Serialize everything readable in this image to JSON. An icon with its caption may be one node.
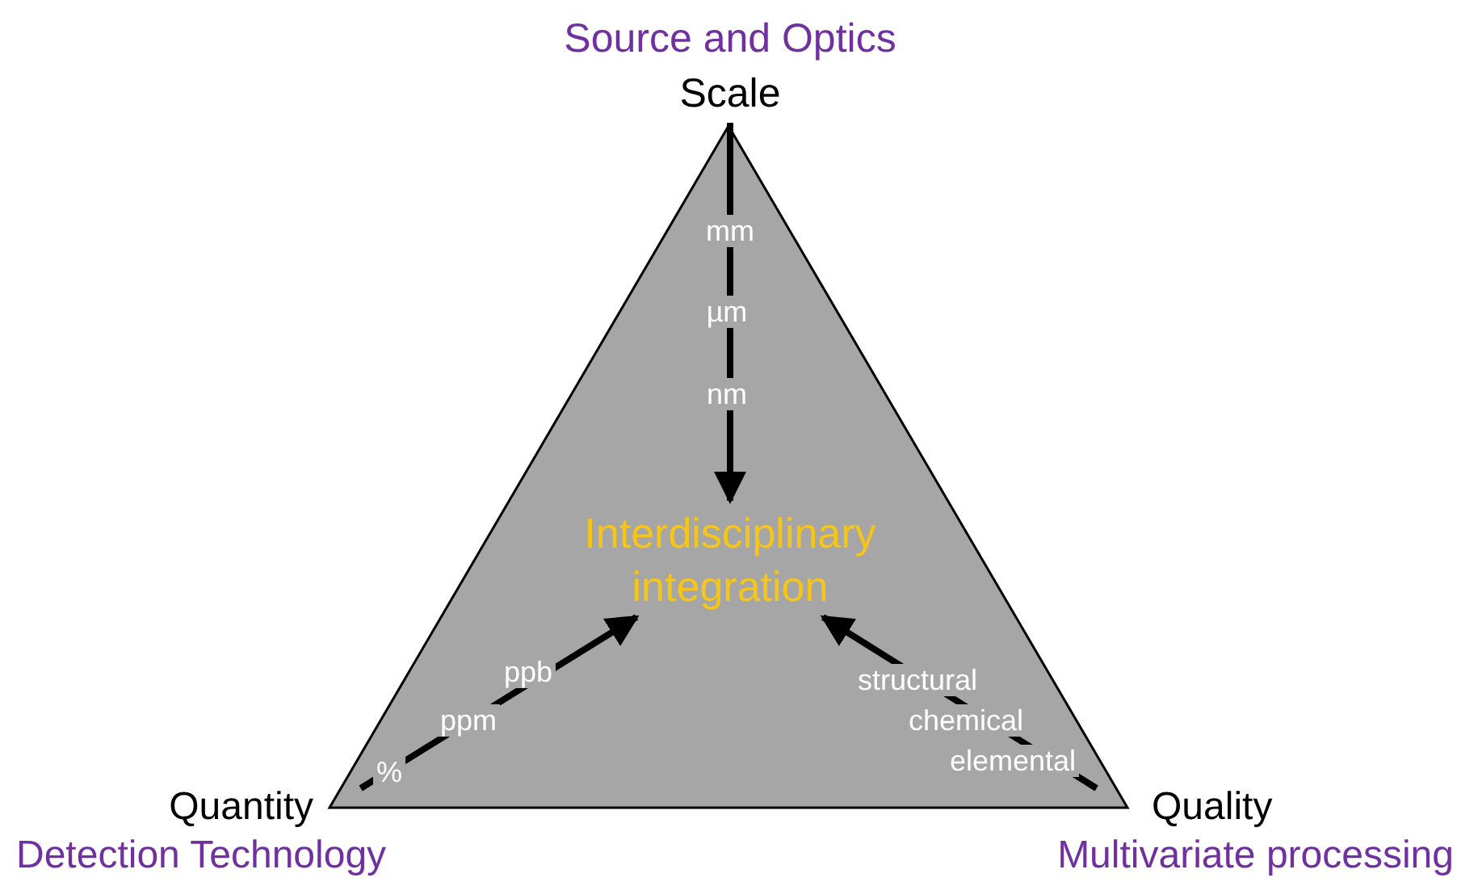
{
  "diagram": {
    "nodes": [
      {
        "text": [],
        "shape": "triangle"
      },
      {
        "text": [
          "Interdisciplinary integration"
        ],
        "in": 0
      },
      {
        "text": [
          "Source and Optics",
          "Scale"
        ]
      },
      {
        "text": [
          "Quantity",
          "Detection Technology"
        ]
      },
      {
        "text": [
          "Quality",
          "Multivariate processing"
        ]
      }
    ],
    "edges": [
      {
        "from": 2,
        "to": 1,
        "arrow": "to"
      },
      {
        "from": 3,
        "to": 1,
        "arrow": "to"
      },
      {
        "from": 4,
        "to": 1,
        "arrow": "to"
      }
    ],
    "labels": [
      "mm",
      "µm",
      "nm",
      "ppb",
      "ppm",
      "%",
      "structural",
      "chemical",
      "elemental"
    ]
  }
}
